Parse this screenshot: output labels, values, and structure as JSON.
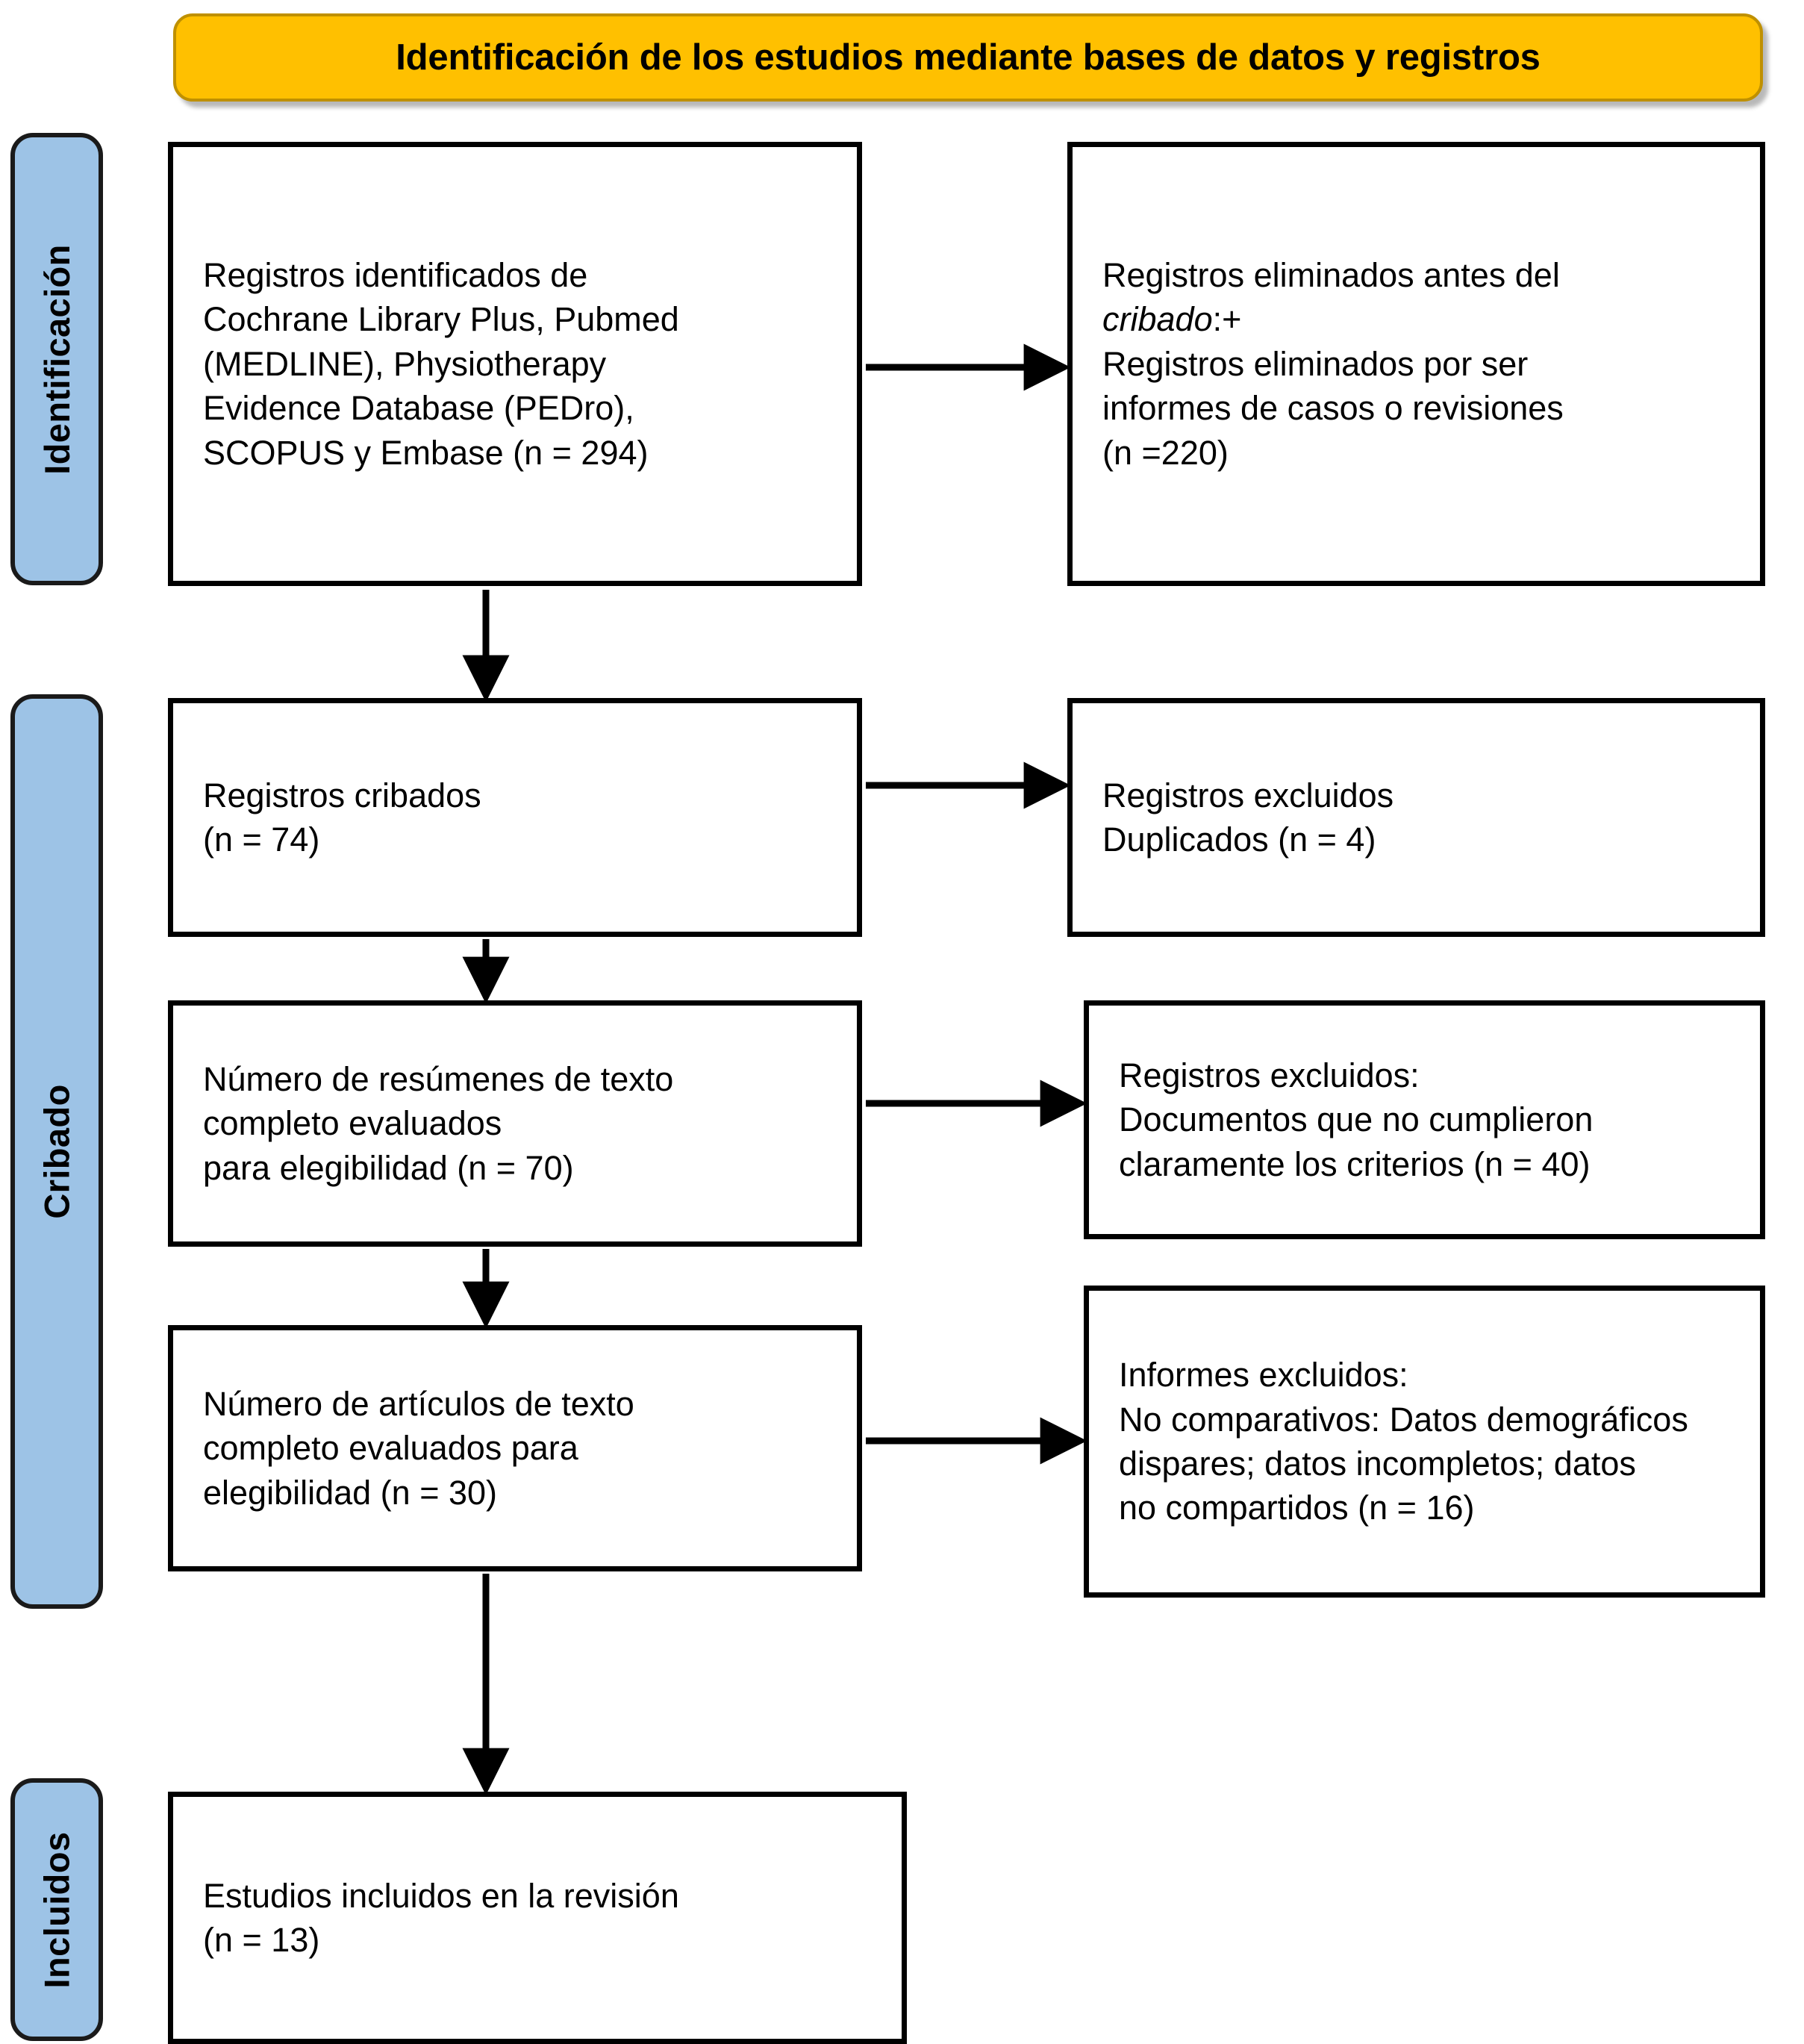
{
  "header": {
    "title": "Identificación de los estudios mediante bases de datos y registros",
    "background_color": "#FFC000",
    "border_color": "#BF9000"
  },
  "stages": {
    "pill_color": "#9DC3E6",
    "pill_border_color": "#1A1A1A",
    "items": [
      {
        "id": "identificacion",
        "label": "Identificación"
      },
      {
        "id": "cribado",
        "label": "Cribado"
      },
      {
        "id": "incluidos",
        "label": "Incluidos"
      }
    ]
  },
  "boxes": {
    "identified": {
      "text": "Registros identificados de\nCochrane Library Plus, Pubmed\n(MEDLINE), Physiotherapy\nEvidence Database (PEDro),\nSCOPUS y Embase (n = 294)",
      "count": 294
    },
    "removed_before_screening": {
      "line1": "Registros eliminados antes del",
      "italic_word": "cribado",
      "after_italic": ":+",
      "line3": "Registros eliminados por ser",
      "line4": "informes de casos o revisiones",
      "line5": "(n =220)",
      "count": 220
    },
    "screened": {
      "text": "Registros cribados\n(n = 74)",
      "count": 74
    },
    "excluded_duplicates": {
      "text": "Registros excluidos\nDuplicados (n = 4)",
      "count": 4
    },
    "abstracts_assessed": {
      "text": "Número de resúmenes de texto\ncompleto evaluados\npara elegibilidad (n = 70)",
      "count": 70
    },
    "excluded_criteria": {
      "text": "Registros excluidos:\nDocumentos que no cumplieron\nclaramente los criterios (n = 40)",
      "count": 40
    },
    "fulltext_assessed": {
      "text": "Número de artículos de texto\ncompleto evaluados para\nelegibilidad (n = 30)",
      "count": 30
    },
    "reports_excluded": {
      "text": "Informes excluidos:\nNo comparativos: Datos demográficos\ndispares; datos incompletos; datos\nno compartidos (n = 16)",
      "count": 16
    },
    "included": {
      "text": "Estudios incluidos en la revisión\n(n = 13)",
      "count": 13
    }
  },
  "flow_data": {
    "type": "prisma-flow",
    "identified": 294,
    "removed_before_screening": 220,
    "screened": 74,
    "excluded_duplicates": 4,
    "abstracts_assessed": 70,
    "excluded_criteria": 40,
    "fulltext_assessed": 30,
    "reports_excluded": 16,
    "included": 13
  }
}
